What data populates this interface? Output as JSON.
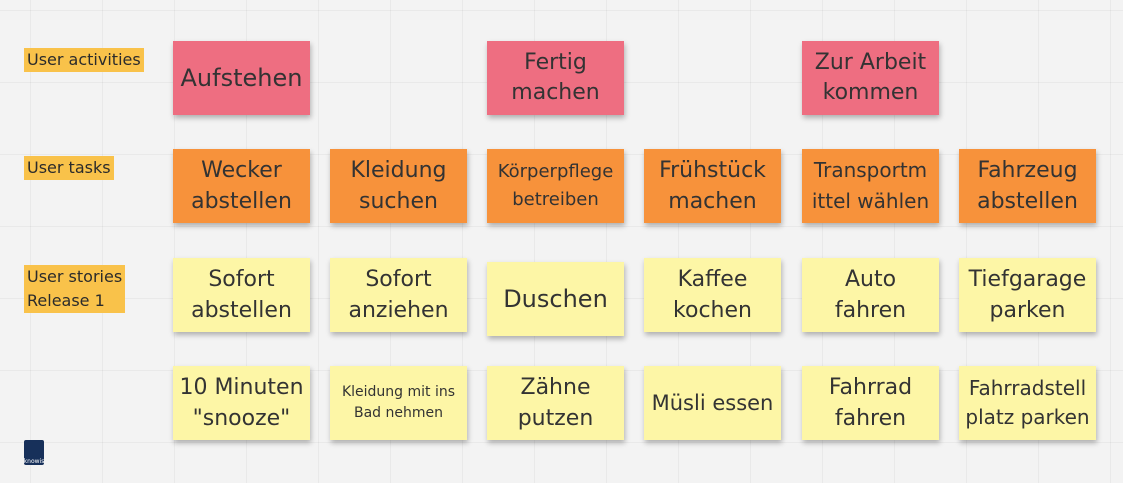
{
  "rows": {
    "activities": "User activities",
    "tasks": "User tasks",
    "stories": "User stories\nRelease 1"
  },
  "activities": [
    "Aufstehen",
    "Fertig\nmachen",
    "Zur Arbeit\nkommen"
  ],
  "tasks": [
    "Wecker\nabstellen",
    "Kleidung\nsuchen",
    "Körperpflege\nbetreiben",
    "Frühstück\nmachen",
    "Transportm\nittel wählen",
    "Fahrzeug\nabstellen"
  ],
  "stories_release1": [
    "Sofort\nabstellen",
    "Sofort\nanziehen",
    "Duschen",
    "Kaffee\nkochen",
    "Auto\nfahren",
    "Tiefgarage\nparken"
  ],
  "stories_next": [
    "10 Minuten\n\"snooze\"",
    "Kleidung mit ins\nBad nehmen",
    "Zähne\nputzen",
    "Müsli essen",
    "Fahrrad\nfahren",
    "Fahrradstell\nplatz parken"
  ],
  "logo": "knowis",
  "colors": {
    "activity": "#ee6e81",
    "task": "#f7923b",
    "story": "#fdf6a6",
    "row_label": "#f9c24a"
  }
}
